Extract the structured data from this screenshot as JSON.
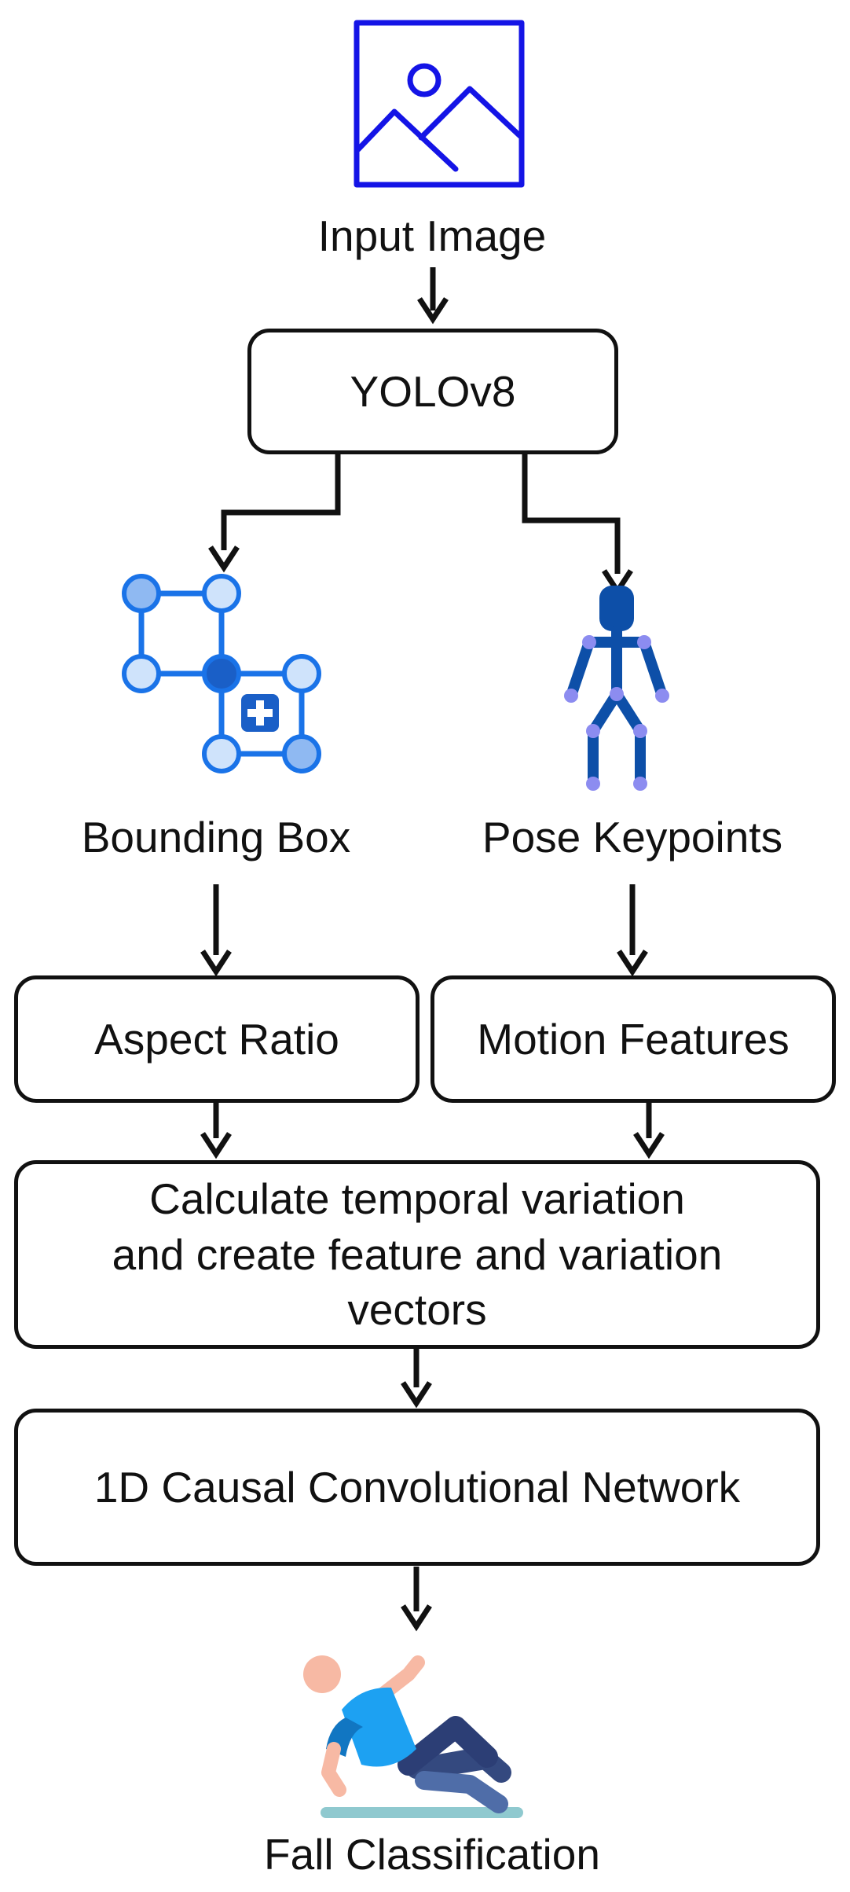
{
  "nodes": {
    "input": {
      "label": "Input Image",
      "icon": "image-icon"
    },
    "yolo": {
      "label": "YOLOv8"
    },
    "bbox": {
      "label": "Bounding Box",
      "icon": "bounding-box-icon"
    },
    "pose": {
      "label": "Pose Keypoints",
      "icon": "pose-skeleton-icon"
    },
    "aspect": {
      "label": "Aspect Ratio"
    },
    "motion": {
      "label": "Motion Features"
    },
    "temporal": {
      "lines": [
        "Calculate temporal variation",
        "and create feature and variation",
        "vectors"
      ]
    },
    "tcn": {
      "label": "1D Causal Convolutional Network"
    },
    "fall": {
      "label": "Fall Classification",
      "icon": "falling-person-icon"
    }
  },
  "colors": {
    "stroke": "#111111",
    "image_icon": "#1414e6",
    "bbox_blue": "#1a73e8",
    "bbox_light": "#cfe3fb",
    "pose_blue": "#0d4fa8",
    "pose_joint": "#8c8cf0",
    "fall_shirt": "#1da1f2",
    "fall_skin": "#f7b9a4",
    "fall_pants": "#34497f",
    "fall_floor": "#8fc9cf"
  }
}
